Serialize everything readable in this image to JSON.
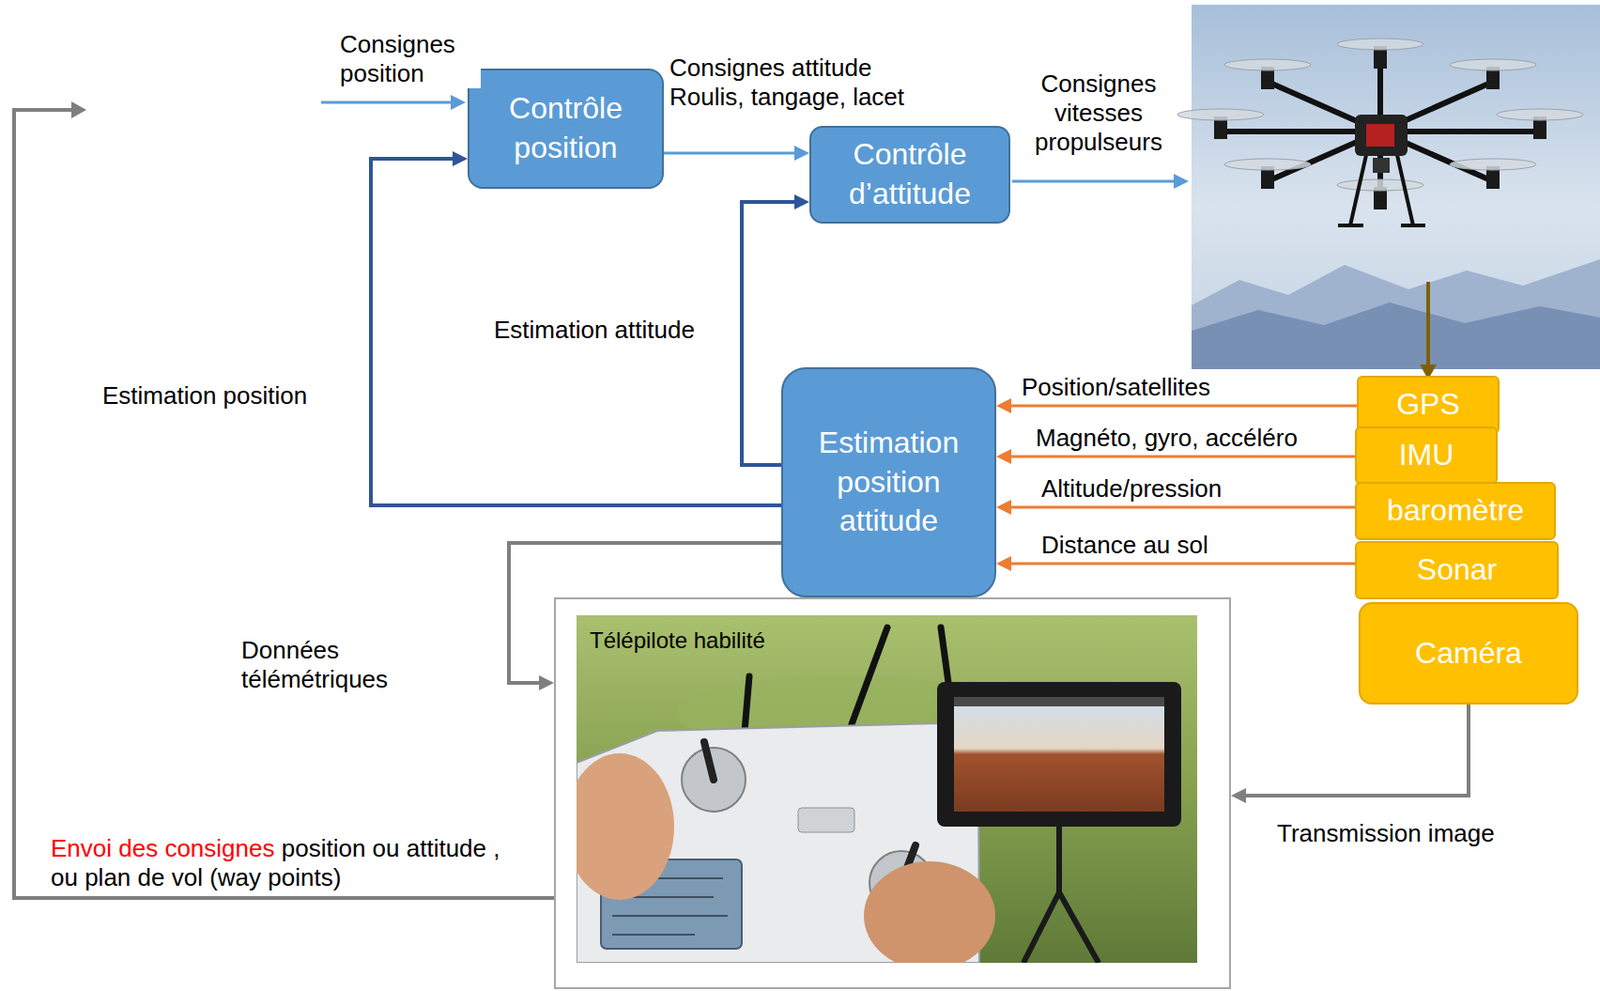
{
  "diagram": {
    "nodes": [
      {
        "text": [
          "Contrôle position"
        ]
      },
      {
        "text": [
          "Contrôle d’attitude"
        ]
      },
      {
        "text": [
          "Estimation position attitude"
        ]
      },
      {
        "text": [
          "GPS"
        ]
      },
      {
        "text": [
          "IMU"
        ]
      },
      {
        "text": [
          "baromètre"
        ]
      },
      {
        "text": [
          "Sonar"
        ]
      },
      {
        "text": [
          "Caméra"
        ]
      },
      {
        "text": [
          "Télépilote habilité"
        ]
      }
    ],
    "edges": [
      {
        "from": 0,
        "to": 1,
        "arrow": "to",
        "label": "Consignes attitude Roulis, tangage, lacet"
      },
      {
        "from": 2,
        "to": 0,
        "arrow": "to",
        "label": "Estimation position"
      },
      {
        "from": 2,
        "to": 1,
        "arrow": "to",
        "label": "Estimation attitude"
      },
      {
        "from": 3,
        "to": 2,
        "arrow": "to",
        "label": "Position/satellites"
      },
      {
        "from": 4,
        "to": 2,
        "arrow": "to",
        "label": "Magnéto, gyro, accéléro"
      },
      {
        "from": 5,
        "to": 2,
        "arrow": "to",
        "label": "Altitude/pression"
      },
      {
        "from": 6,
        "to": 2,
        "arrow": "to",
        "label": "Distance au sol"
      },
      {
        "from": 7,
        "to": 8,
        "arrow": "to",
        "label": "Transmission image"
      },
      {
        "from": 2,
        "to": 8,
        "arrow": "to",
        "label": "Données télémétriques"
      }
    ],
    "labels": [
      "Consignes position",
      "Consignes vitesses propulseurs",
      "Envoi des consignes",
      "position ou attitude , ou plan de vol (way points)"
    ]
  }
}
